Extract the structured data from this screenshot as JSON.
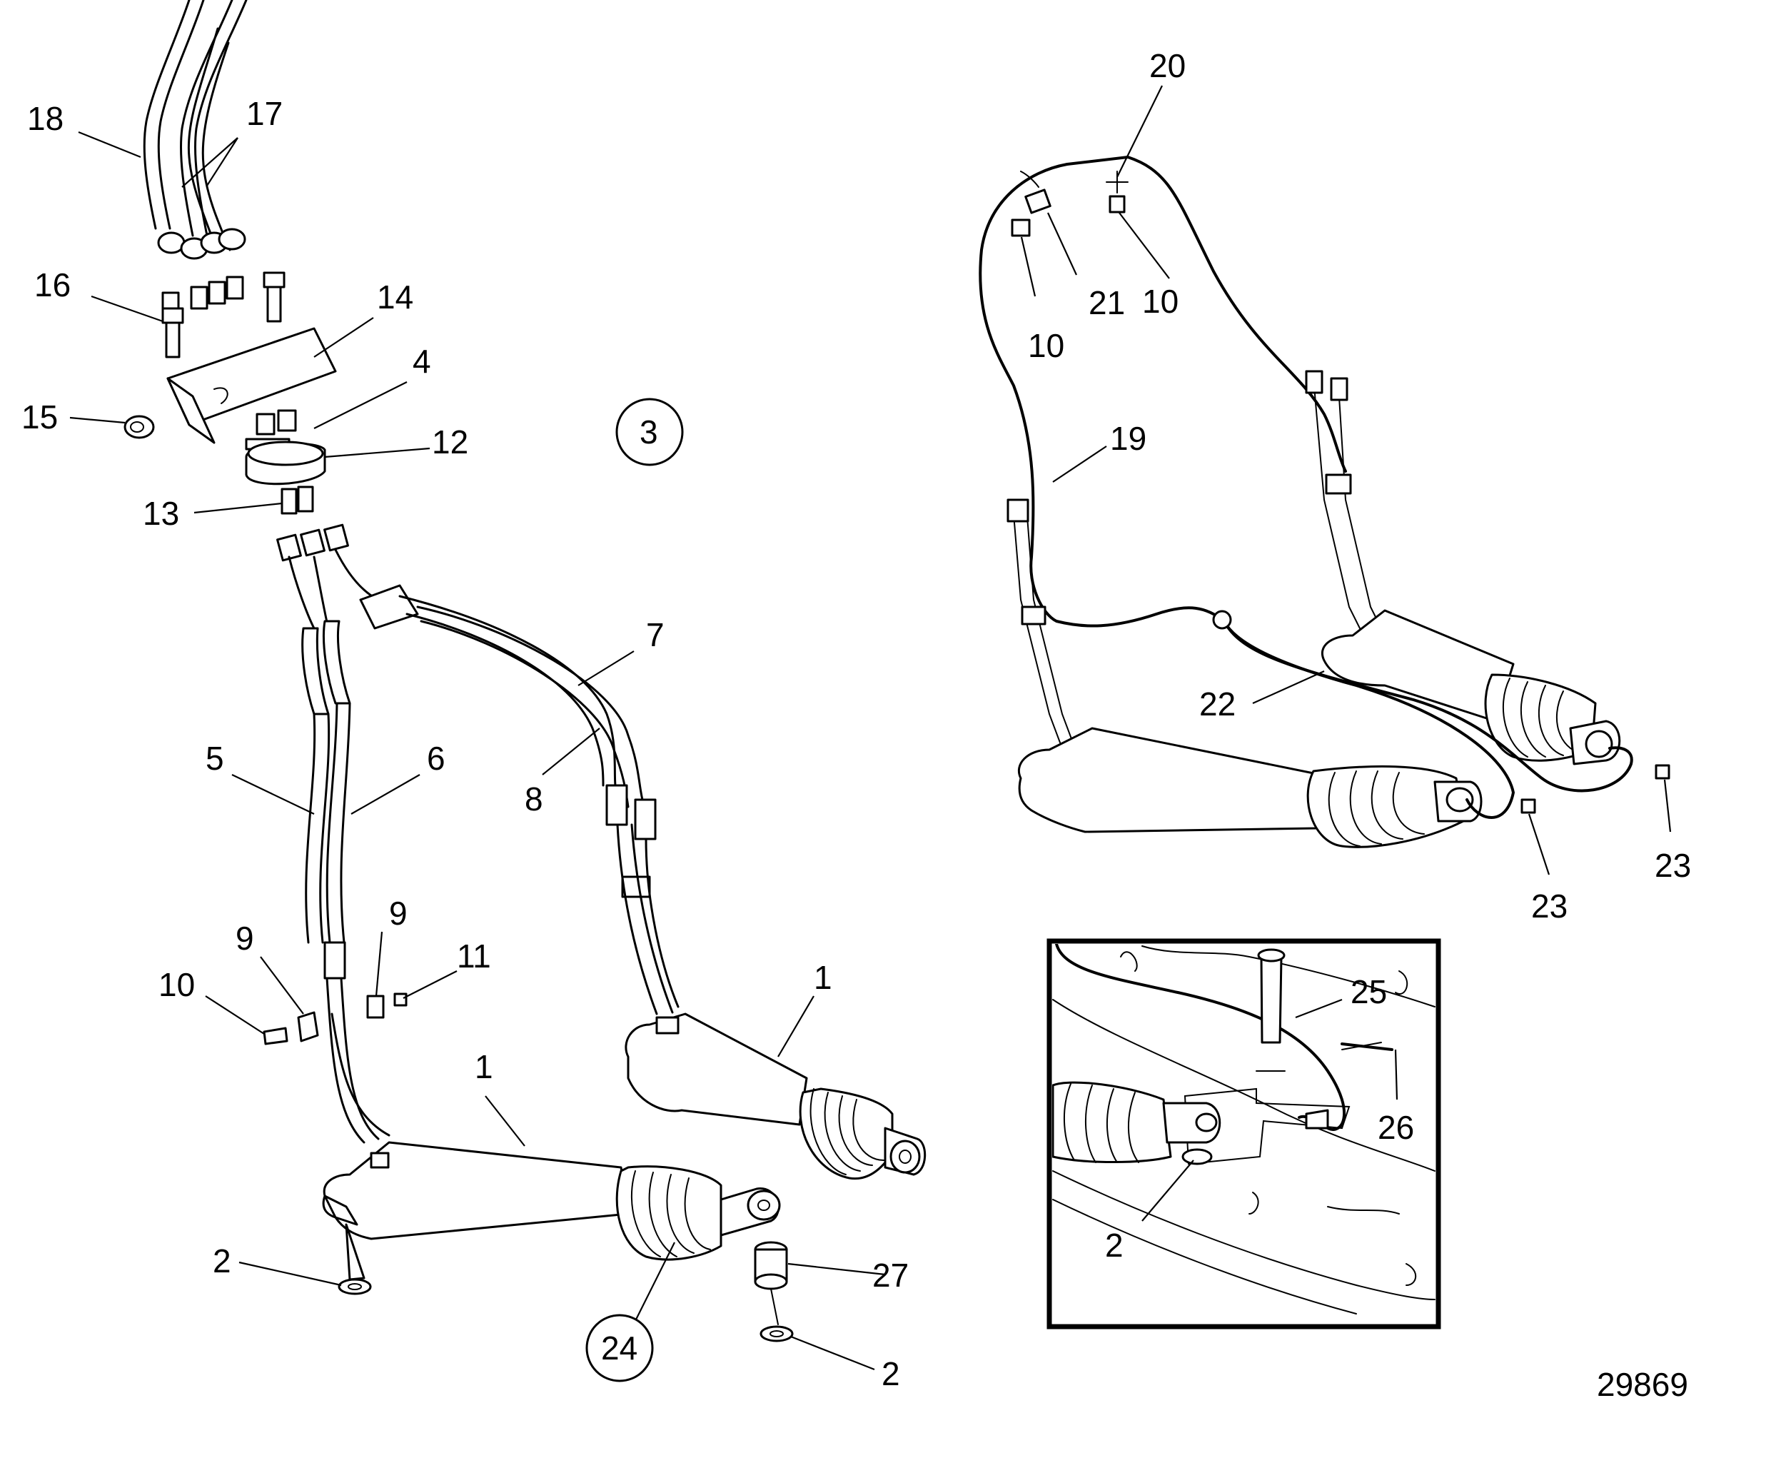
{
  "callouts": {
    "c1a": "1",
    "c1b": "1",
    "c2a": "2",
    "c2b": "2",
    "c2c": "2",
    "c3": "3",
    "c4": "4",
    "c5": "5",
    "c6": "6",
    "c7": "7",
    "c8": "8",
    "c9a": "9",
    "c9b": "9",
    "c10a": "10",
    "c10b": "10",
    "c10c": "10",
    "c11": "11",
    "c12": "12",
    "c13": "13",
    "c14": "14",
    "c15": "15",
    "c16": "16",
    "c17": "17",
    "c18": "18",
    "c19": "19",
    "c20": "20",
    "c21": "21",
    "c22": "22",
    "c23a": "23",
    "c23b": "23",
    "c24": "24",
    "c25": "25",
    "c26": "26",
    "c27": "27"
  },
  "figure_number": "29869"
}
